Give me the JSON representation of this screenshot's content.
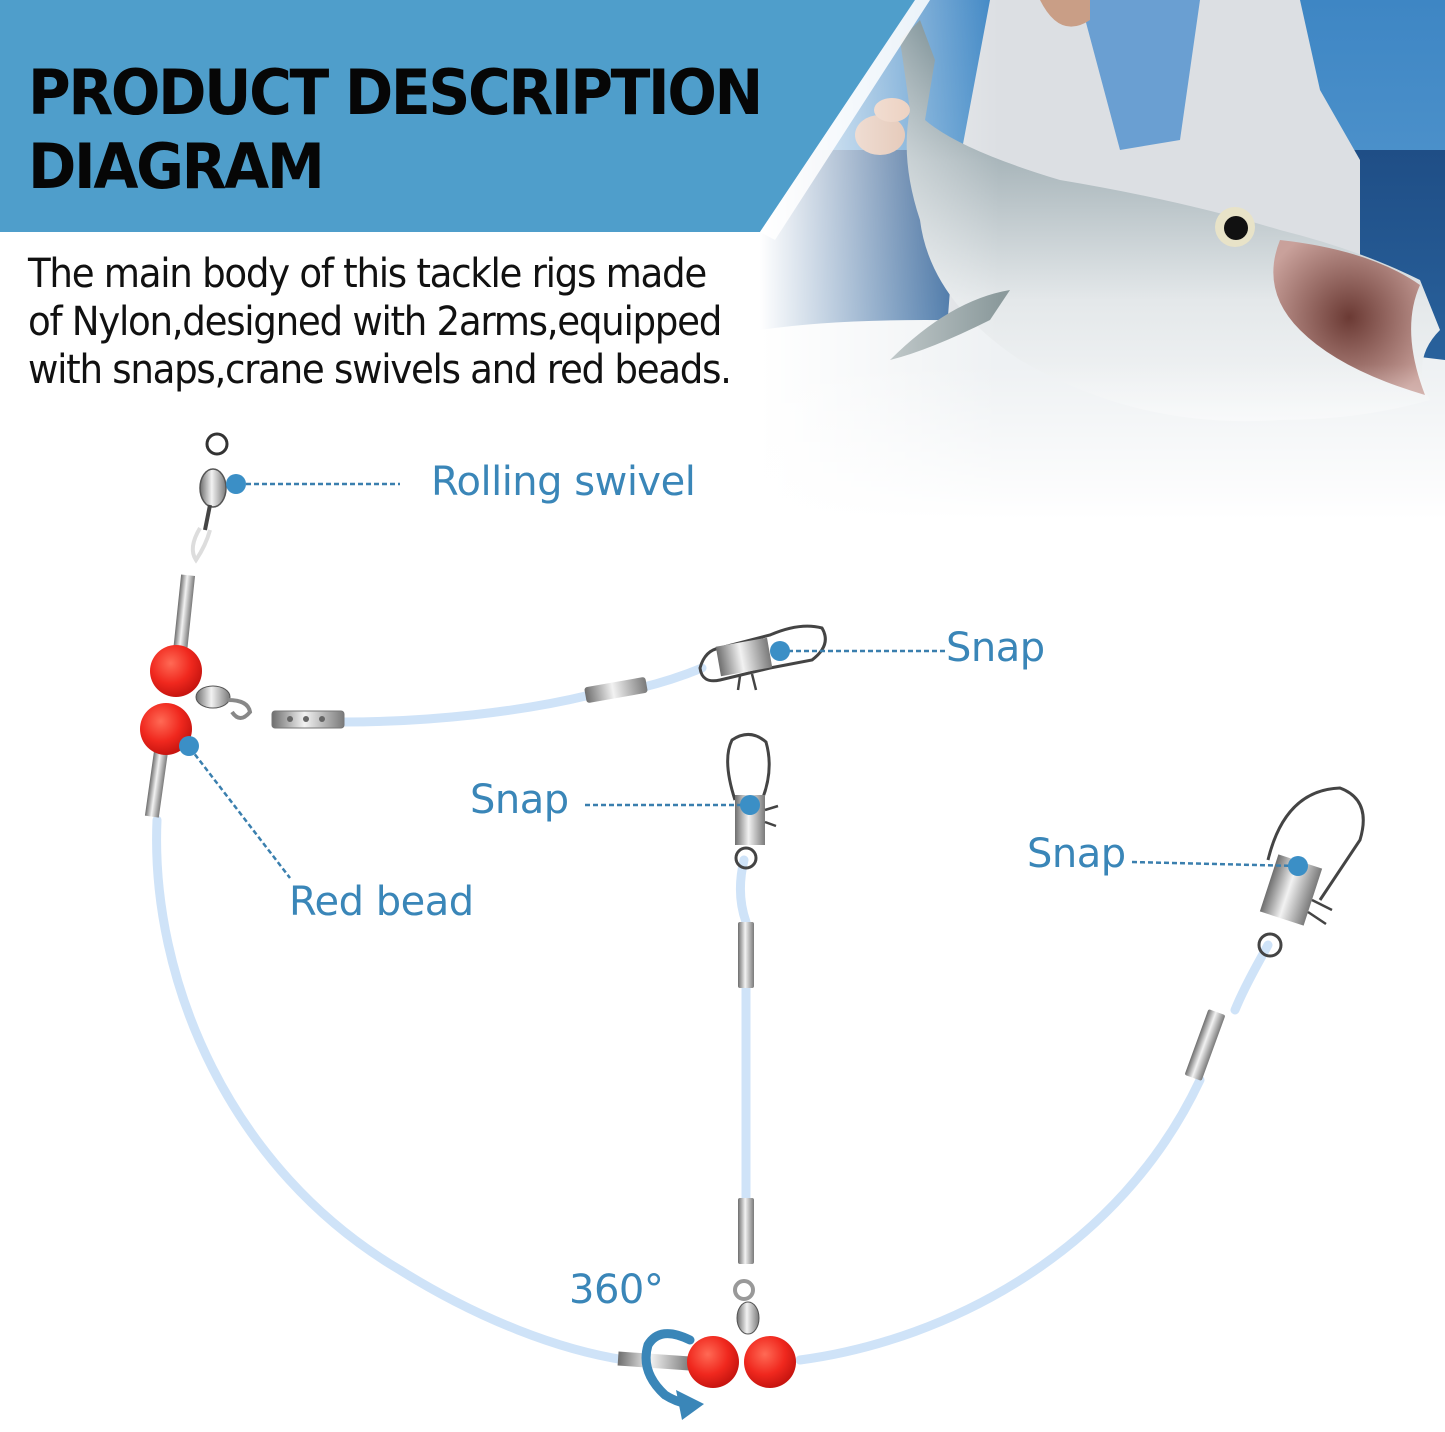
{
  "header": {
    "title_line1": "PRODUCT DESCRIPTION",
    "title_line2": "DIAGRAM",
    "banner_color": "#4f9ecb"
  },
  "description": {
    "line1": "The main body of this tackle rigs made",
    "line2": "of Nylon,designed with 2arms,equipped",
    "line3": "with snaps,crane swivels and red beads."
  },
  "photo": {
    "subject": "angler holding bluefish over ocean"
  },
  "callouts": [
    {
      "label": "Rolling swivel",
      "icon": "rolling-swivel"
    },
    {
      "label": "Snap",
      "icon": "snap"
    },
    {
      "label": "Snap",
      "icon": "snap"
    },
    {
      "label": "Snap",
      "icon": "snap"
    },
    {
      "label": "Red bead",
      "icon": "red-bead"
    }
  ],
  "rotation": {
    "label": "360°",
    "icon": "rotate-arrow-icon"
  },
  "colors": {
    "callout_text": "#3a86b8",
    "callout_dot": "#3b8fc6",
    "nylon_line": "#cfe3f8",
    "bead_red": "#f0281e",
    "metal": "#b8b8b8"
  }
}
